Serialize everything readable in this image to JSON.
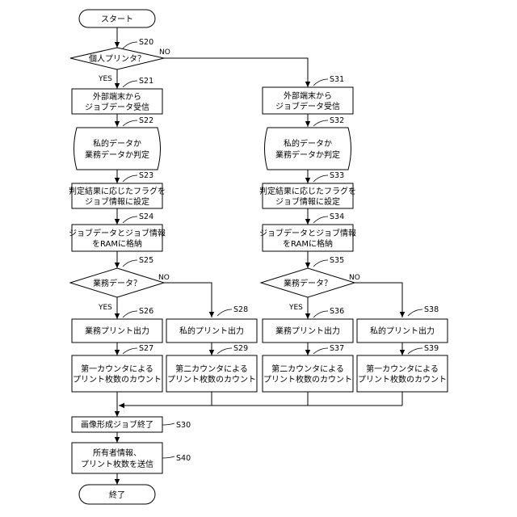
{
  "nodes": {
    "start": "スタート",
    "d20": "個人プリンタ？",
    "b21": [
      "外部端末から",
      "ジョブデータ受信"
    ],
    "b22": [
      "私的データか",
      "業務データか判定"
    ],
    "b23": [
      "判定結果に応じたフラグを",
      "ジョブ情報に設定"
    ],
    "b24": [
      "ジョブデータとジョブ情報",
      "をRAMに格納"
    ],
    "d25": "業務データ？",
    "b26": "業務プリント出力",
    "b27": [
      "第一カウンタによる",
      "プリント枚数のカウント"
    ],
    "b28": "私的プリント出力",
    "b29": [
      "第二カウンタによる",
      "プリント枚数のカウント"
    ],
    "b31": [
      "外部端末から",
      "ジョブデータ受信"
    ],
    "b32": [
      "私的データか",
      "業務データか判定"
    ],
    "b33": [
      "判定結果に応じたフラグを",
      "ジョブ情報に設定"
    ],
    "b34": [
      "ジョブデータとジョブ情報",
      "をRAMに格納"
    ],
    "d35": "業務データ？",
    "b36": "業務プリント出力",
    "b37": [
      "第二カウンタによる",
      "プリント枚数のカウント"
    ],
    "b38": "私的プリント出力",
    "b39": [
      "第一カウンタによる",
      "プリント枚数のカウント"
    ],
    "b30": "画像形成ジョブ終了",
    "b40": [
      "所有者情報、",
      "プリント枚数を送信"
    ],
    "end": "終了"
  },
  "steps": {
    "s20": "S20",
    "s21": "S21",
    "s22": "S22",
    "s23": "S23",
    "s24": "S24",
    "s25": "S25",
    "s26": "S26",
    "s27": "S27",
    "s28": "S28",
    "s29": "S29",
    "s30": "S30",
    "s31": "S31",
    "s32": "S32",
    "s33": "S33",
    "s34": "S34",
    "s35": "S35",
    "s36": "S36",
    "s37": "S37",
    "s38": "S38",
    "s39": "S39",
    "s40": "S40"
  },
  "labels": {
    "yes20": "YES",
    "no20": "NO",
    "yes25": "YES",
    "no25": "NO",
    "yes35": "YES",
    "no35": "NO"
  }
}
